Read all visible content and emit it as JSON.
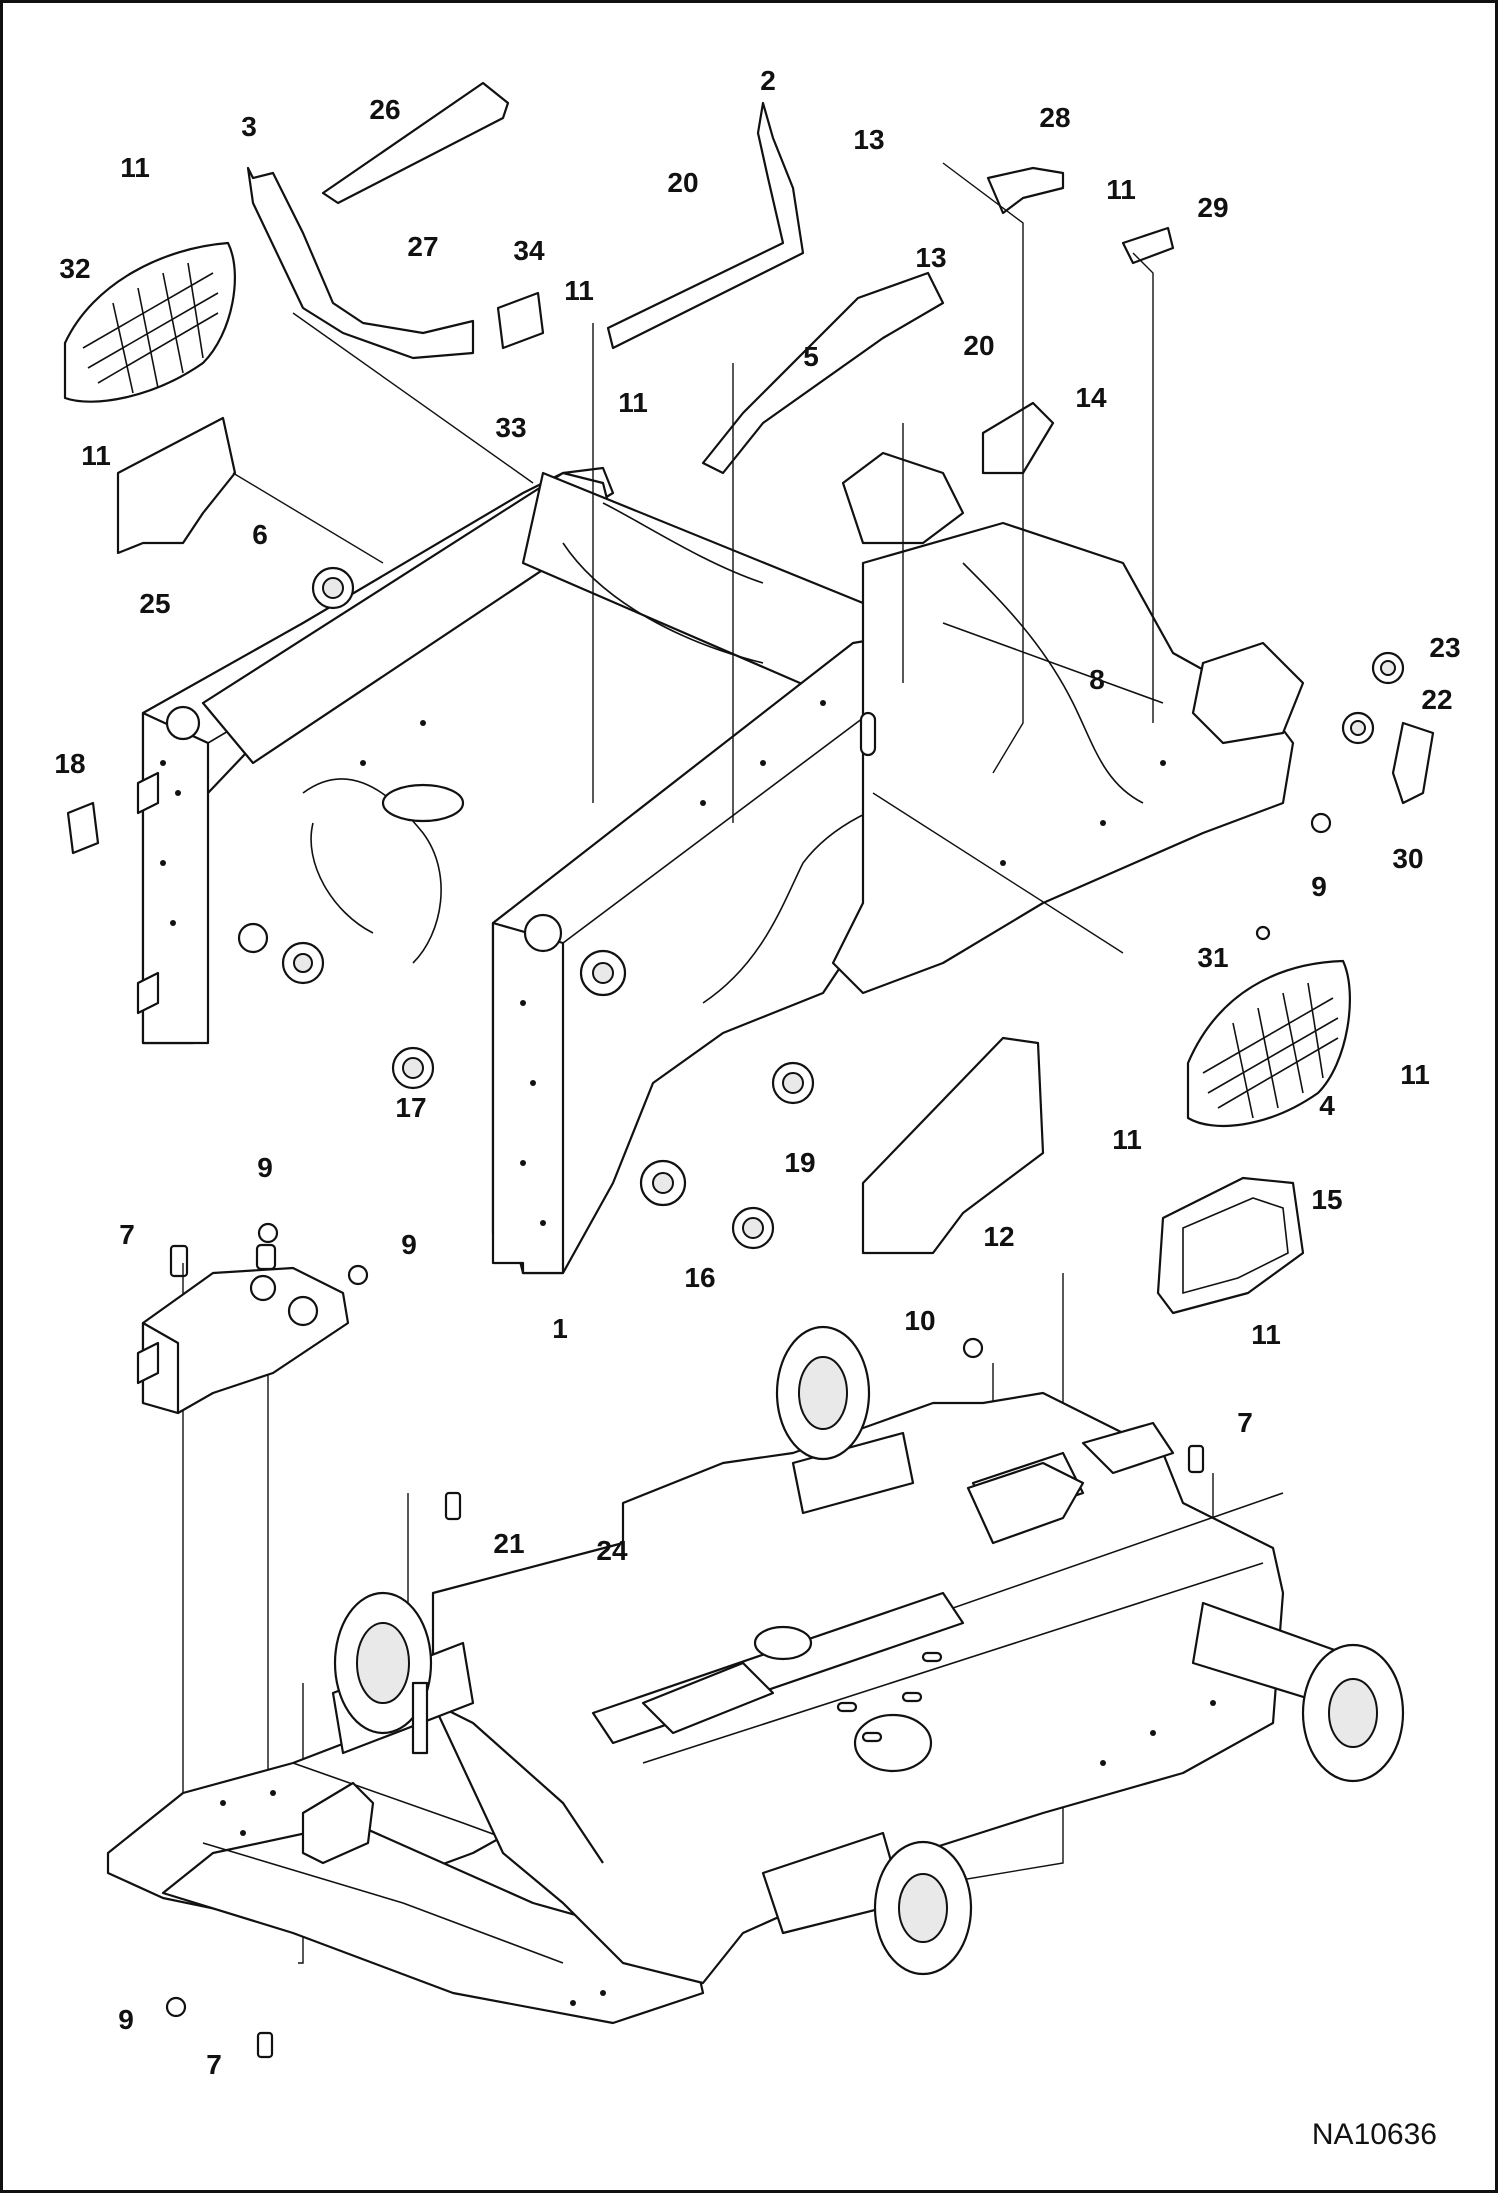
{
  "drawing_id": "NA10636",
  "callouts": [
    {
      "label": "2"
    },
    {
      "label": "13"
    },
    {
      "label": "20"
    },
    {
      "label": "26"
    },
    {
      "label": "3"
    },
    {
      "label": "28"
    },
    {
      "label": "11"
    },
    {
      "label": "29"
    },
    {
      "label": "11"
    },
    {
      "label": "27"
    },
    {
      "label": "34"
    },
    {
      "label": "11"
    },
    {
      "label": "13"
    },
    {
      "label": "32"
    },
    {
      "label": "20"
    },
    {
      "label": "5"
    },
    {
      "label": "33"
    },
    {
      "label": "11"
    },
    {
      "label": "14"
    },
    {
      "label": "11"
    },
    {
      "label": "6"
    },
    {
      "label": "25"
    },
    {
      "label": "23"
    },
    {
      "label": "8"
    },
    {
      "label": "22"
    },
    {
      "label": "18"
    },
    {
      "label": "30"
    },
    {
      "label": "9"
    },
    {
      "label": "31"
    },
    {
      "label": "11"
    },
    {
      "label": "17"
    },
    {
      "label": "4"
    },
    {
      "label": "19"
    },
    {
      "label": "11"
    },
    {
      "label": "9"
    },
    {
      "label": "15"
    },
    {
      "label": "7"
    },
    {
      "label": "9"
    },
    {
      "label": "12"
    },
    {
      "label": "16"
    },
    {
      "label": "1"
    },
    {
      "label": "10"
    },
    {
      "label": "11"
    },
    {
      "label": "7"
    },
    {
      "label": "21"
    },
    {
      "label": "24"
    },
    {
      "label": "9"
    },
    {
      "label": "7"
    }
  ]
}
